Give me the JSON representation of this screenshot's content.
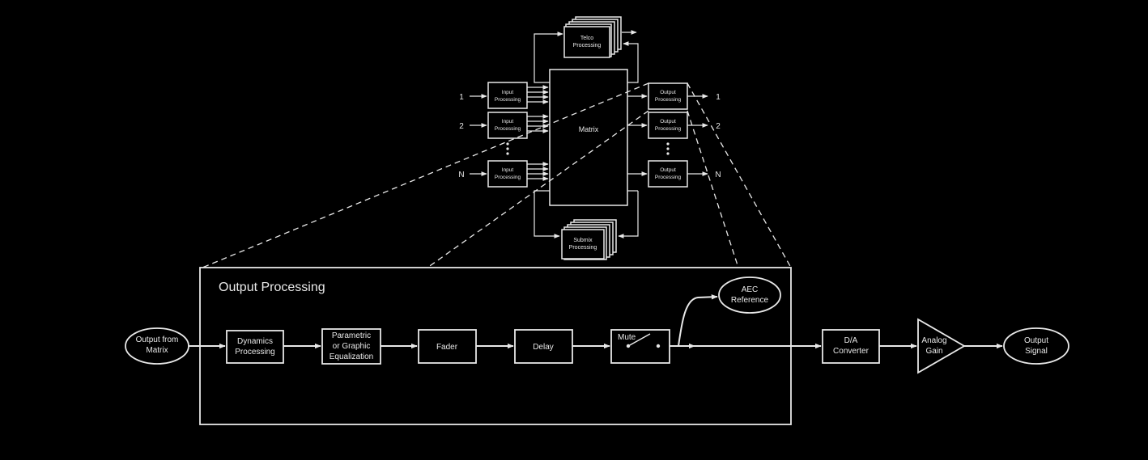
{
  "overview": {
    "telco_line1": "Telco",
    "telco_line2": "Processing",
    "matrix": "Matrix",
    "input_line1": "Input",
    "input_line2": "Processing",
    "output_line1": "Output",
    "output_line2": "Processing",
    "submix_line1": "Submix",
    "submix_line2": "Processing",
    "ch1": "1",
    "ch2": "2",
    "chN": "N"
  },
  "detail": {
    "title": "Output Processing",
    "source_line1": "Output from",
    "source_line2": "Matrix",
    "dynamics_line1": "Dynamics",
    "dynamics_line2": "Processing",
    "eq_line1": "Parametric",
    "eq_line2": "or Graphic",
    "eq_line3": "Equalization",
    "fader": "Fader",
    "delay": "Delay",
    "mute": "Mute",
    "aec_line1": "AEC",
    "aec_line2": "Reference",
    "da_line1": "D/A",
    "da_line2": "Converter",
    "gain_line1": "Analog",
    "gain_line2": "Gain",
    "out_line1": "Output",
    "out_line2": "Signal"
  }
}
